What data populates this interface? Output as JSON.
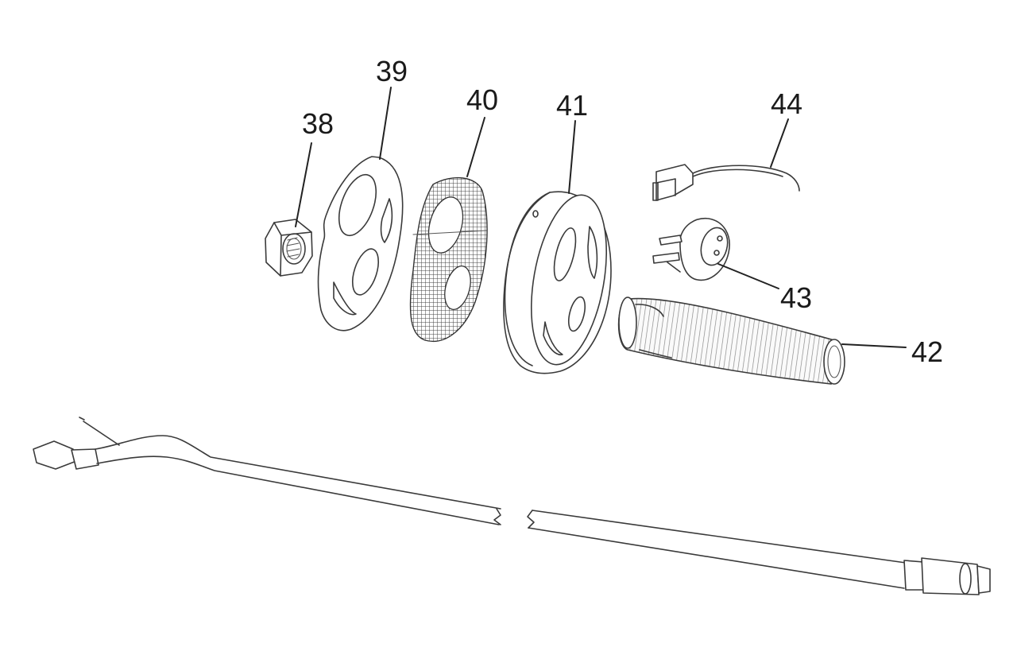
{
  "parts": [
    {
      "id": "38",
      "label": "38"
    },
    {
      "id": "39",
      "label": "39"
    },
    {
      "id": "40",
      "label": "40"
    },
    {
      "id": "41",
      "label": "41"
    },
    {
      "id": "42",
      "label": "42"
    },
    {
      "id": "43",
      "label": "43"
    },
    {
      "id": "44",
      "label": "44"
    }
  ]
}
